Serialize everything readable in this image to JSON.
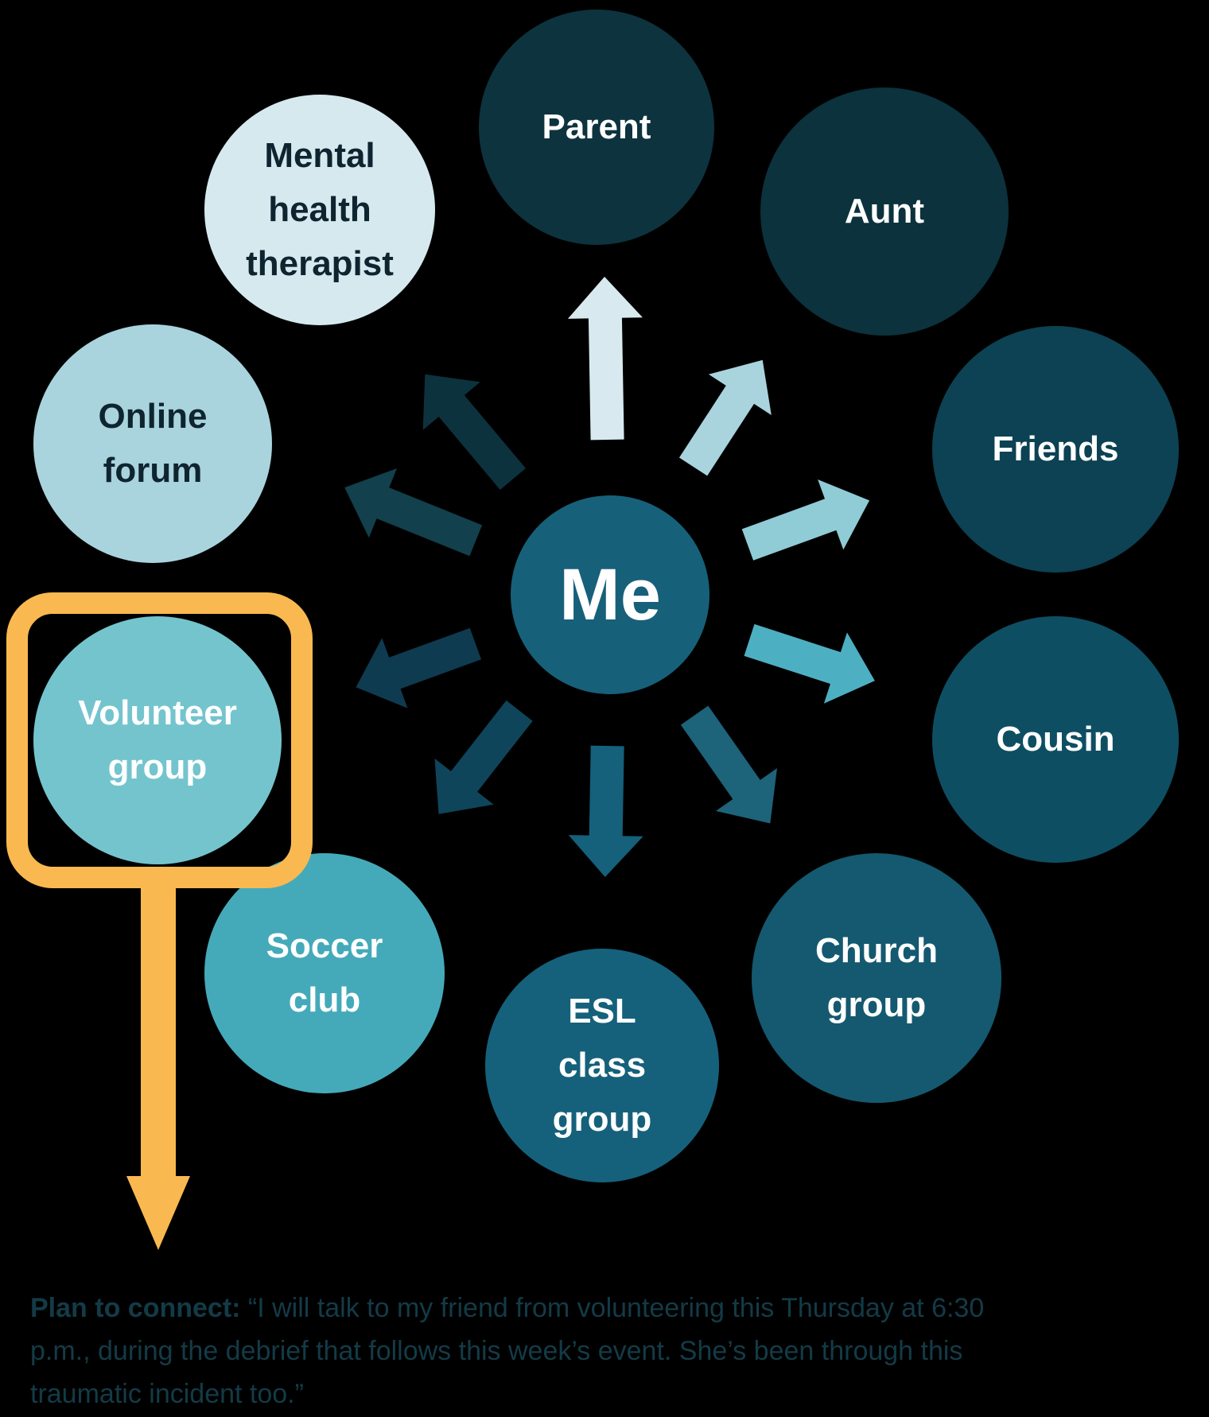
{
  "background_color": "#000000",
  "center": {
    "label": "Me",
    "circle_color": "#17607a",
    "text_color": "#ffffff"
  },
  "nodes": [
    {
      "id": "parent",
      "lines": [
        "Parent"
      ],
      "circle_color": "#0d333e",
      "text_color": "#ffffff",
      "arrow_color": "#d8eaf0"
    },
    {
      "id": "aunt",
      "lines": [
        "Aunt"
      ],
      "circle_color": "#0b323d",
      "text_color": "#ffffff",
      "arrow_color": "#a9d4de"
    },
    {
      "id": "friends",
      "lines": [
        "Friends"
      ],
      "circle_color": "#0c4253",
      "text_color": "#ffffff",
      "arrow_color": "#8fccd6"
    },
    {
      "id": "cousin",
      "lines": [
        "Cousin"
      ],
      "circle_color": "#0e4e63",
      "text_color": "#ffffff",
      "arrow_color": "#4db0c2"
    },
    {
      "id": "church-group",
      "lines": [
        "Church",
        "group"
      ],
      "circle_color": "#14596f",
      "text_color": "#ffffff",
      "arrow_color": "#1d6379"
    },
    {
      "id": "esl-class-group",
      "lines": [
        "ESL",
        "class",
        "group"
      ],
      "circle_color": "#15617b",
      "text_color": "#ffffff",
      "arrow_color": "#15607a"
    },
    {
      "id": "soccer-club",
      "lines": [
        "Soccer",
        "club"
      ],
      "circle_color": "#44aaba",
      "text_color": "#ffffff",
      "arrow_color": "#0f455a"
    },
    {
      "id": "volunteer-group",
      "lines": [
        "Volunteer",
        "group"
      ],
      "circle_color": "#74c4ce",
      "text_color": "#ffffff",
      "arrow_color": "#0e3b4f"
    },
    {
      "id": "online-forum",
      "lines": [
        "Online",
        "forum"
      ],
      "circle_color": "#a9d4de",
      "text_color": "#0e2530",
      "arrow_color": "#12404c"
    },
    {
      "id": "mental-health-therapist",
      "lines": [
        "Mental",
        "health",
        "therapist"
      ],
      "circle_color": "#d6e9ef",
      "text_color": "#0e2530",
      "arrow_color": "#0c323d"
    }
  ],
  "highlight": {
    "color": "#f9b950",
    "target": "volunteer-group"
  },
  "caption": {
    "color": "#133b47",
    "bold_prefix": "Plan to connect:",
    "line1_rest": " “I will talk to my friend from volunteering this Thursday at 6:30",
    "line2": "p.m., during the debrief that follows this week’s event. She’s been through this",
    "line3": "traumatic incident too.”"
  }
}
